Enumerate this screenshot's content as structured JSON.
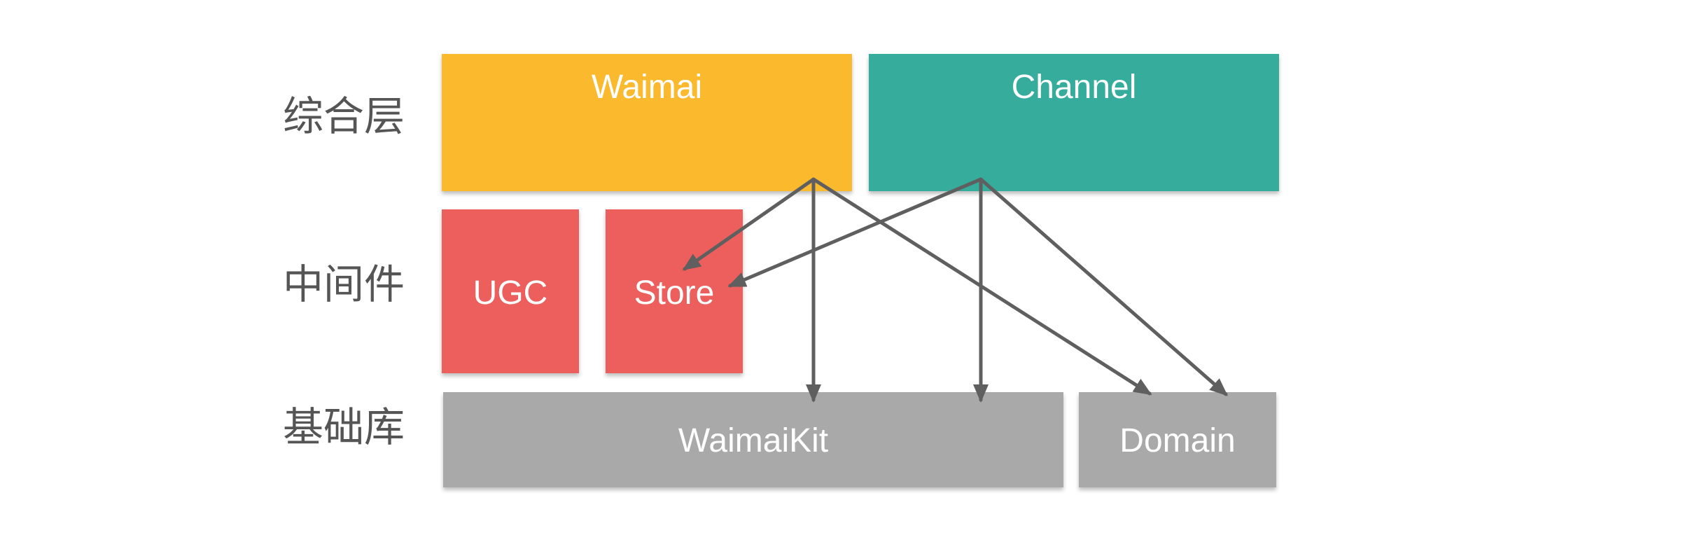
{
  "layers": [
    {
      "label": "综合层"
    },
    {
      "label": "中间件"
    },
    {
      "label": "基础库"
    }
  ],
  "boxes": {
    "waimai": {
      "label": "Waimai",
      "color": "#FBB92F"
    },
    "channel": {
      "label": "Channel",
      "color": "#36AC9C"
    },
    "ugc": {
      "label": "UGC",
      "color": "#EC5F5C"
    },
    "store": {
      "label": "Store",
      "color": "#EC5F5C"
    },
    "waimaikit": {
      "label": "WaimaiKit",
      "color": "#A8A9A8"
    },
    "domain": {
      "label": "Domain",
      "color": "#A8A9A8"
    }
  },
  "dependencies": [
    {
      "from": "Waimai",
      "to": "Store"
    },
    {
      "from": "Waimai",
      "to": "WaimaiKit"
    },
    {
      "from": "Waimai",
      "to": "Domain"
    },
    {
      "from": "Channel",
      "to": "Store"
    },
    {
      "from": "Channel",
      "to": "WaimaiKit"
    },
    {
      "from": "Channel",
      "to": "Domain"
    }
  ]
}
